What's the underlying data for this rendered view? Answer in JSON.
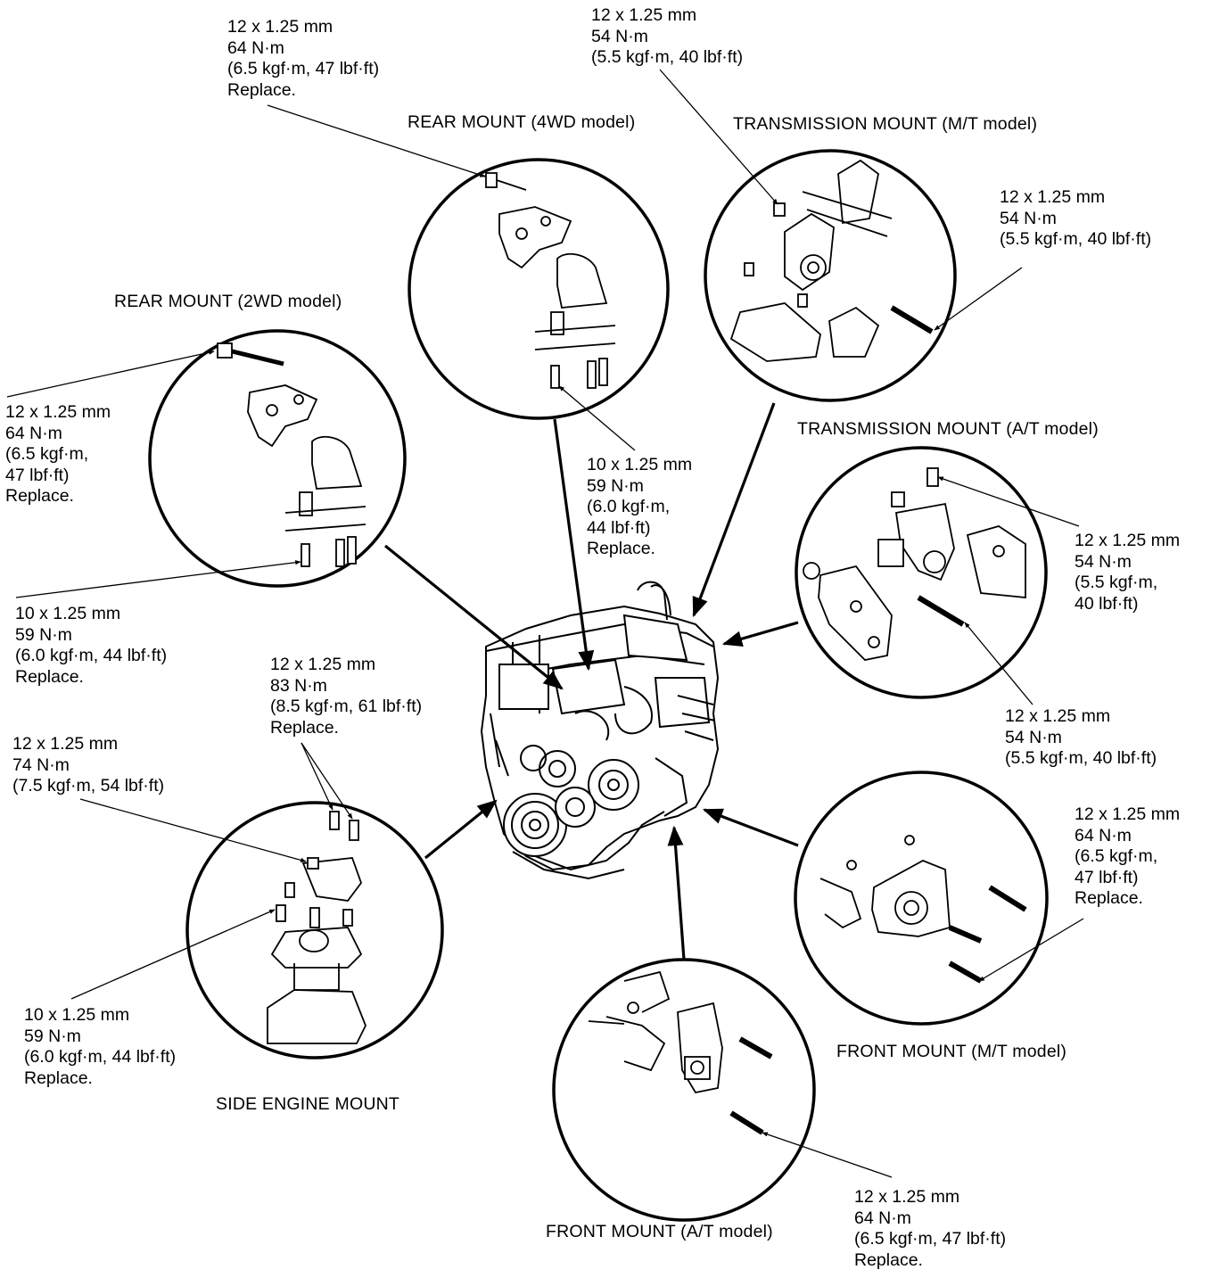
{
  "figure": {
    "views": {
      "rear_4wd": {
        "title": "REAR MOUNT (4WD model)"
      },
      "trans_mt": {
        "title": "TRANSMISSION MOUNT (M/T model)"
      },
      "rear_2wd": {
        "title": "REAR MOUNT (2WD model)"
      },
      "trans_at": {
        "title": "TRANSMISSION MOUNT (A/T model)"
      },
      "front_mt": {
        "title": "FRONT MOUNT (M/T model)"
      },
      "side": {
        "title": "SIDE ENGINE MOUNT"
      },
      "front_at": {
        "title": "FRONT MOUNT (A/T model)"
      }
    },
    "callouts": {
      "rear4wd_top": [
        "12 x 1.25 mm",
        "64 N·m",
        "(6.5 kgf·m, 47 lbf·ft)",
        "Replace."
      ],
      "transmt_top": [
        "12 x 1.25 mm",
        "54 N·m",
        "(5.5 kgf·m, 40 lbf·ft)"
      ],
      "transmt_right": [
        "12 x 1.25 mm",
        "54 N·m",
        "(5.5 kgf·m, 40 lbf·ft)"
      ],
      "rear2wd_top": [
        "12 x 1.25 mm",
        "64 N·m",
        "(6.5 kgf·m,",
        "47 lbf·ft)",
        "Replace."
      ],
      "rear4wd_bot": [
        "10 x 1.25 mm",
        "59 N·m",
        "(6.0 kgf·m,",
        "44 lbf·ft)",
        "Replace."
      ],
      "transat_top": [
        "12 x 1.25 mm",
        "54 N·m",
        "(5.5 kgf·m,",
        "40 lbf·ft)"
      ],
      "rear2wd_bot": [
        "10 x 1.25 mm",
        "59 N·m",
        "(6.0 kgf·m, 44 lbf·ft)",
        "Replace."
      ],
      "side_top": [
        "12 x 1.25 mm",
        "83 N·m",
        "(8.5 kgf·m, 61 lbf·ft)",
        "Replace."
      ],
      "transat_bot": [
        "12 x 1.25 mm",
        "54 N·m",
        "(5.5 kgf·m, 40 lbf·ft)"
      ],
      "side_left": [
        "12 x 1.25 mm",
        "74 N·m",
        "(7.5 kgf·m, 54 lbf·ft)"
      ],
      "frontmt": [
        "12 x 1.25 mm",
        "64 N·m",
        "(6.5 kgf·m,",
        "47 lbf·ft)",
        "Replace."
      ],
      "side_bot": [
        "10 x 1.25 mm",
        "59 N·m",
        "(6.0 kgf·m, 44 lbf·ft)",
        "Replace."
      ],
      "frontat": [
        "12 x 1.25 mm",
        "64 N·m",
        "(6.5 kgf·m, 47 lbf·ft)",
        "Replace."
      ]
    }
  }
}
